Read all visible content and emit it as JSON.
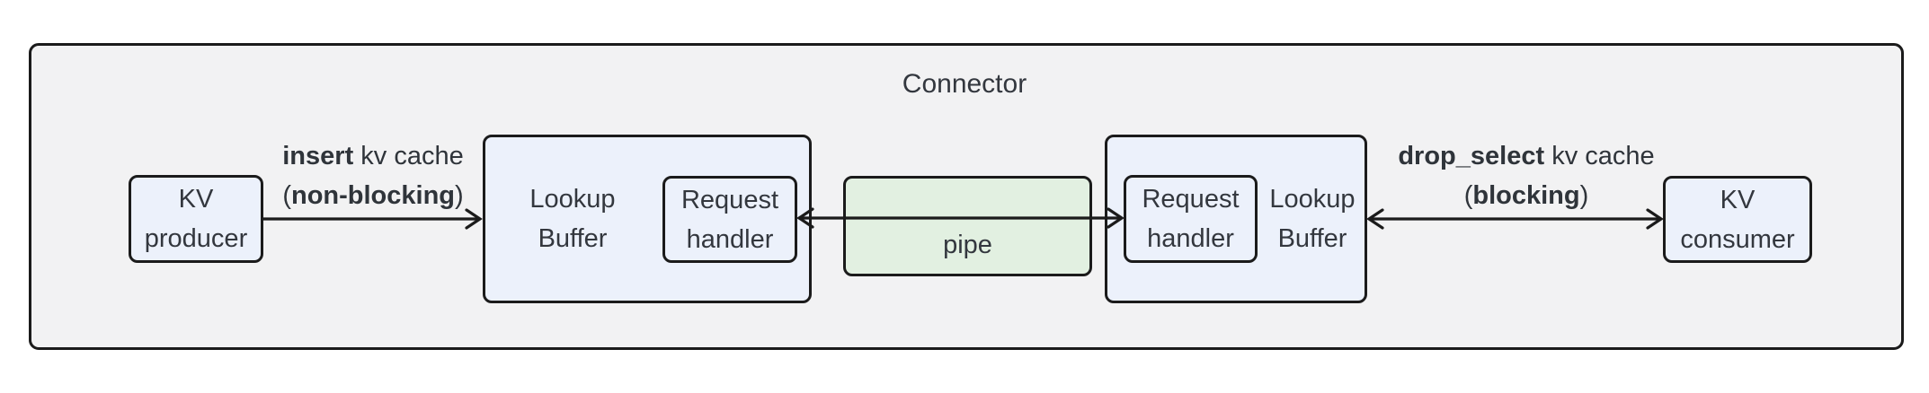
{
  "diagram": {
    "title": "Connector",
    "nodes": {
      "kv_producer": {
        "line1": "KV",
        "line2": "producer"
      },
      "lookup_buffer_left": {
        "line1": "Lookup",
        "line2": "Buffer"
      },
      "request_handler_left": {
        "line1": "Request",
        "line2": "handler"
      },
      "pipe": {
        "label": "pipe"
      },
      "request_handler_right": {
        "line1": "Request",
        "line2": "handler"
      },
      "lookup_buffer_right": {
        "line1": "Lookup",
        "line2": "Buffer"
      },
      "kv_consumer": {
        "line1": "KV",
        "line2": "consumer"
      }
    },
    "edges": {
      "insert": {
        "line1_bold": "insert",
        "line1_rest": " kv cache",
        "line2_pre": "(",
        "line2_bold": "non-blocking",
        "line2_post": ")"
      },
      "drop_select": {
        "line1_bold": "drop_select",
        "line1_rest": " kv cache",
        "line2_pre": "(",
        "line2_bold": "blocking",
        "line2_post": ")"
      }
    },
    "colors": {
      "container_fill": "#f2f2f3",
      "node_fill": "#ecf1fb",
      "pipe_fill": "#e2f0e1",
      "border": "#1b1b1b",
      "text": "#33373e"
    }
  }
}
